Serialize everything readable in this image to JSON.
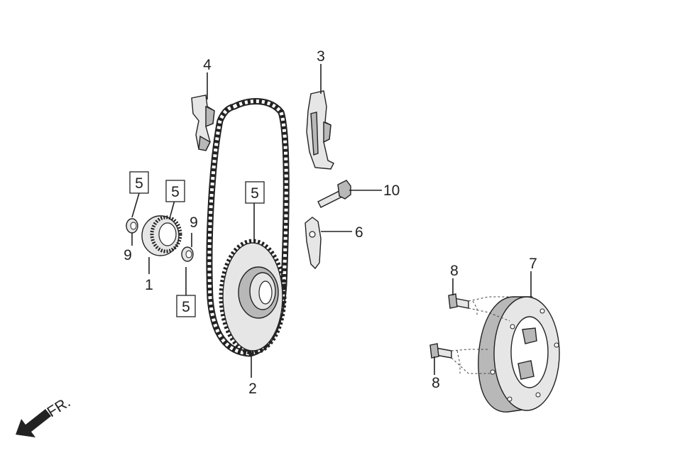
{
  "callouts": {
    "p1": "1",
    "p2": "2",
    "p3": "3",
    "p4": "4",
    "p6": "6",
    "p7": "7",
    "p8a": "8",
    "p8b": "8",
    "p9a": "9",
    "p9b": "9",
    "p10": "10"
  },
  "boxed_callouts": {
    "b1": "5",
    "b2": "5",
    "b3": "5",
    "b4": "5"
  },
  "direction": {
    "label": "FR."
  }
}
